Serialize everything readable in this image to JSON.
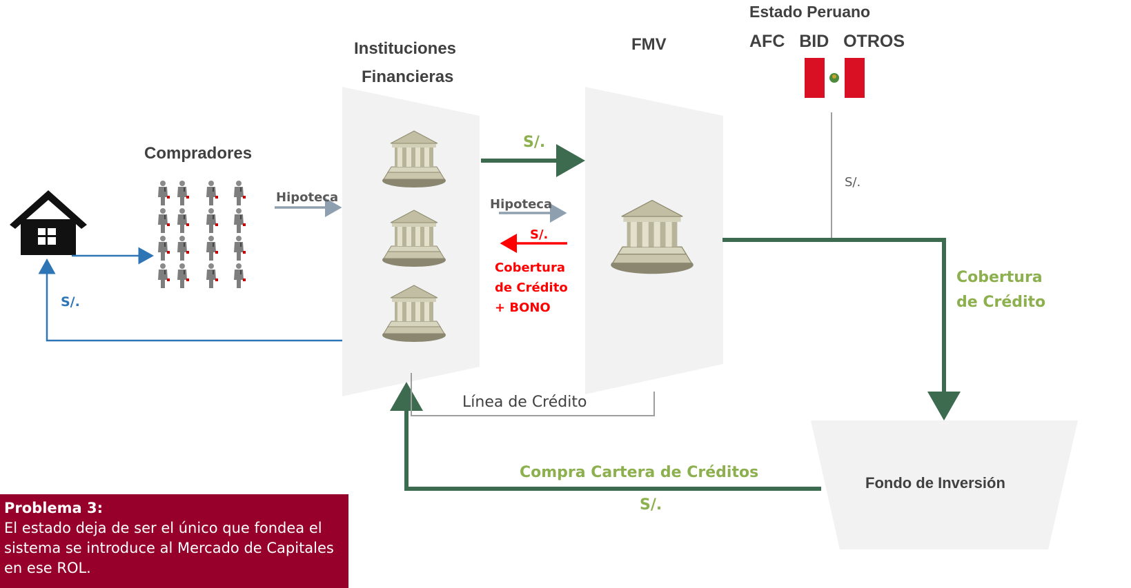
{
  "labels": {
    "estado_peruano": "Estado Peruano",
    "afc_bid_otros": "AFC   BID   OTROS",
    "instituciones_1": "Instituciones",
    "instituciones_2": "Financieras",
    "fmv": "FMV",
    "compradores": "Compradores",
    "hipoteca_left": "Hipoteca",
    "hipoteca_mid": "Hipoteca",
    "soles_top": "S/.",
    "soles_red": "S/.",
    "soles_state": "S/.",
    "soles_blue": "S/.",
    "soles_bottom": "S/.",
    "cobertura_red_1": "Cobertura",
    "cobertura_red_2": "de Crédito",
    "cobertura_red_3": "+ BONO",
    "cobertura_green_1": "Cobertura",
    "cobertura_green_2": "de Crédito",
    "linea_credito": "Línea de Crédito",
    "compra_cartera": "Compra Cartera de Créditos",
    "fondo_inversion": "Fondo de Inversión"
  },
  "note": {
    "title": "Problema  3:",
    "body": "El estado deja de ser el único que fondea el sistema se introduce al Mercado de Capitales en ese ROL."
  },
  "colors": {
    "dark_green": "#3d6b4f",
    "light_green": "#8db04f",
    "blue": "#2e75b6",
    "red": "#ff0000",
    "note_bg": "#96002a",
    "flag_red": "#d91023"
  },
  "icons": [
    "house-icon",
    "people-icon",
    "bank-icon",
    "peru-flag-icon"
  ]
}
